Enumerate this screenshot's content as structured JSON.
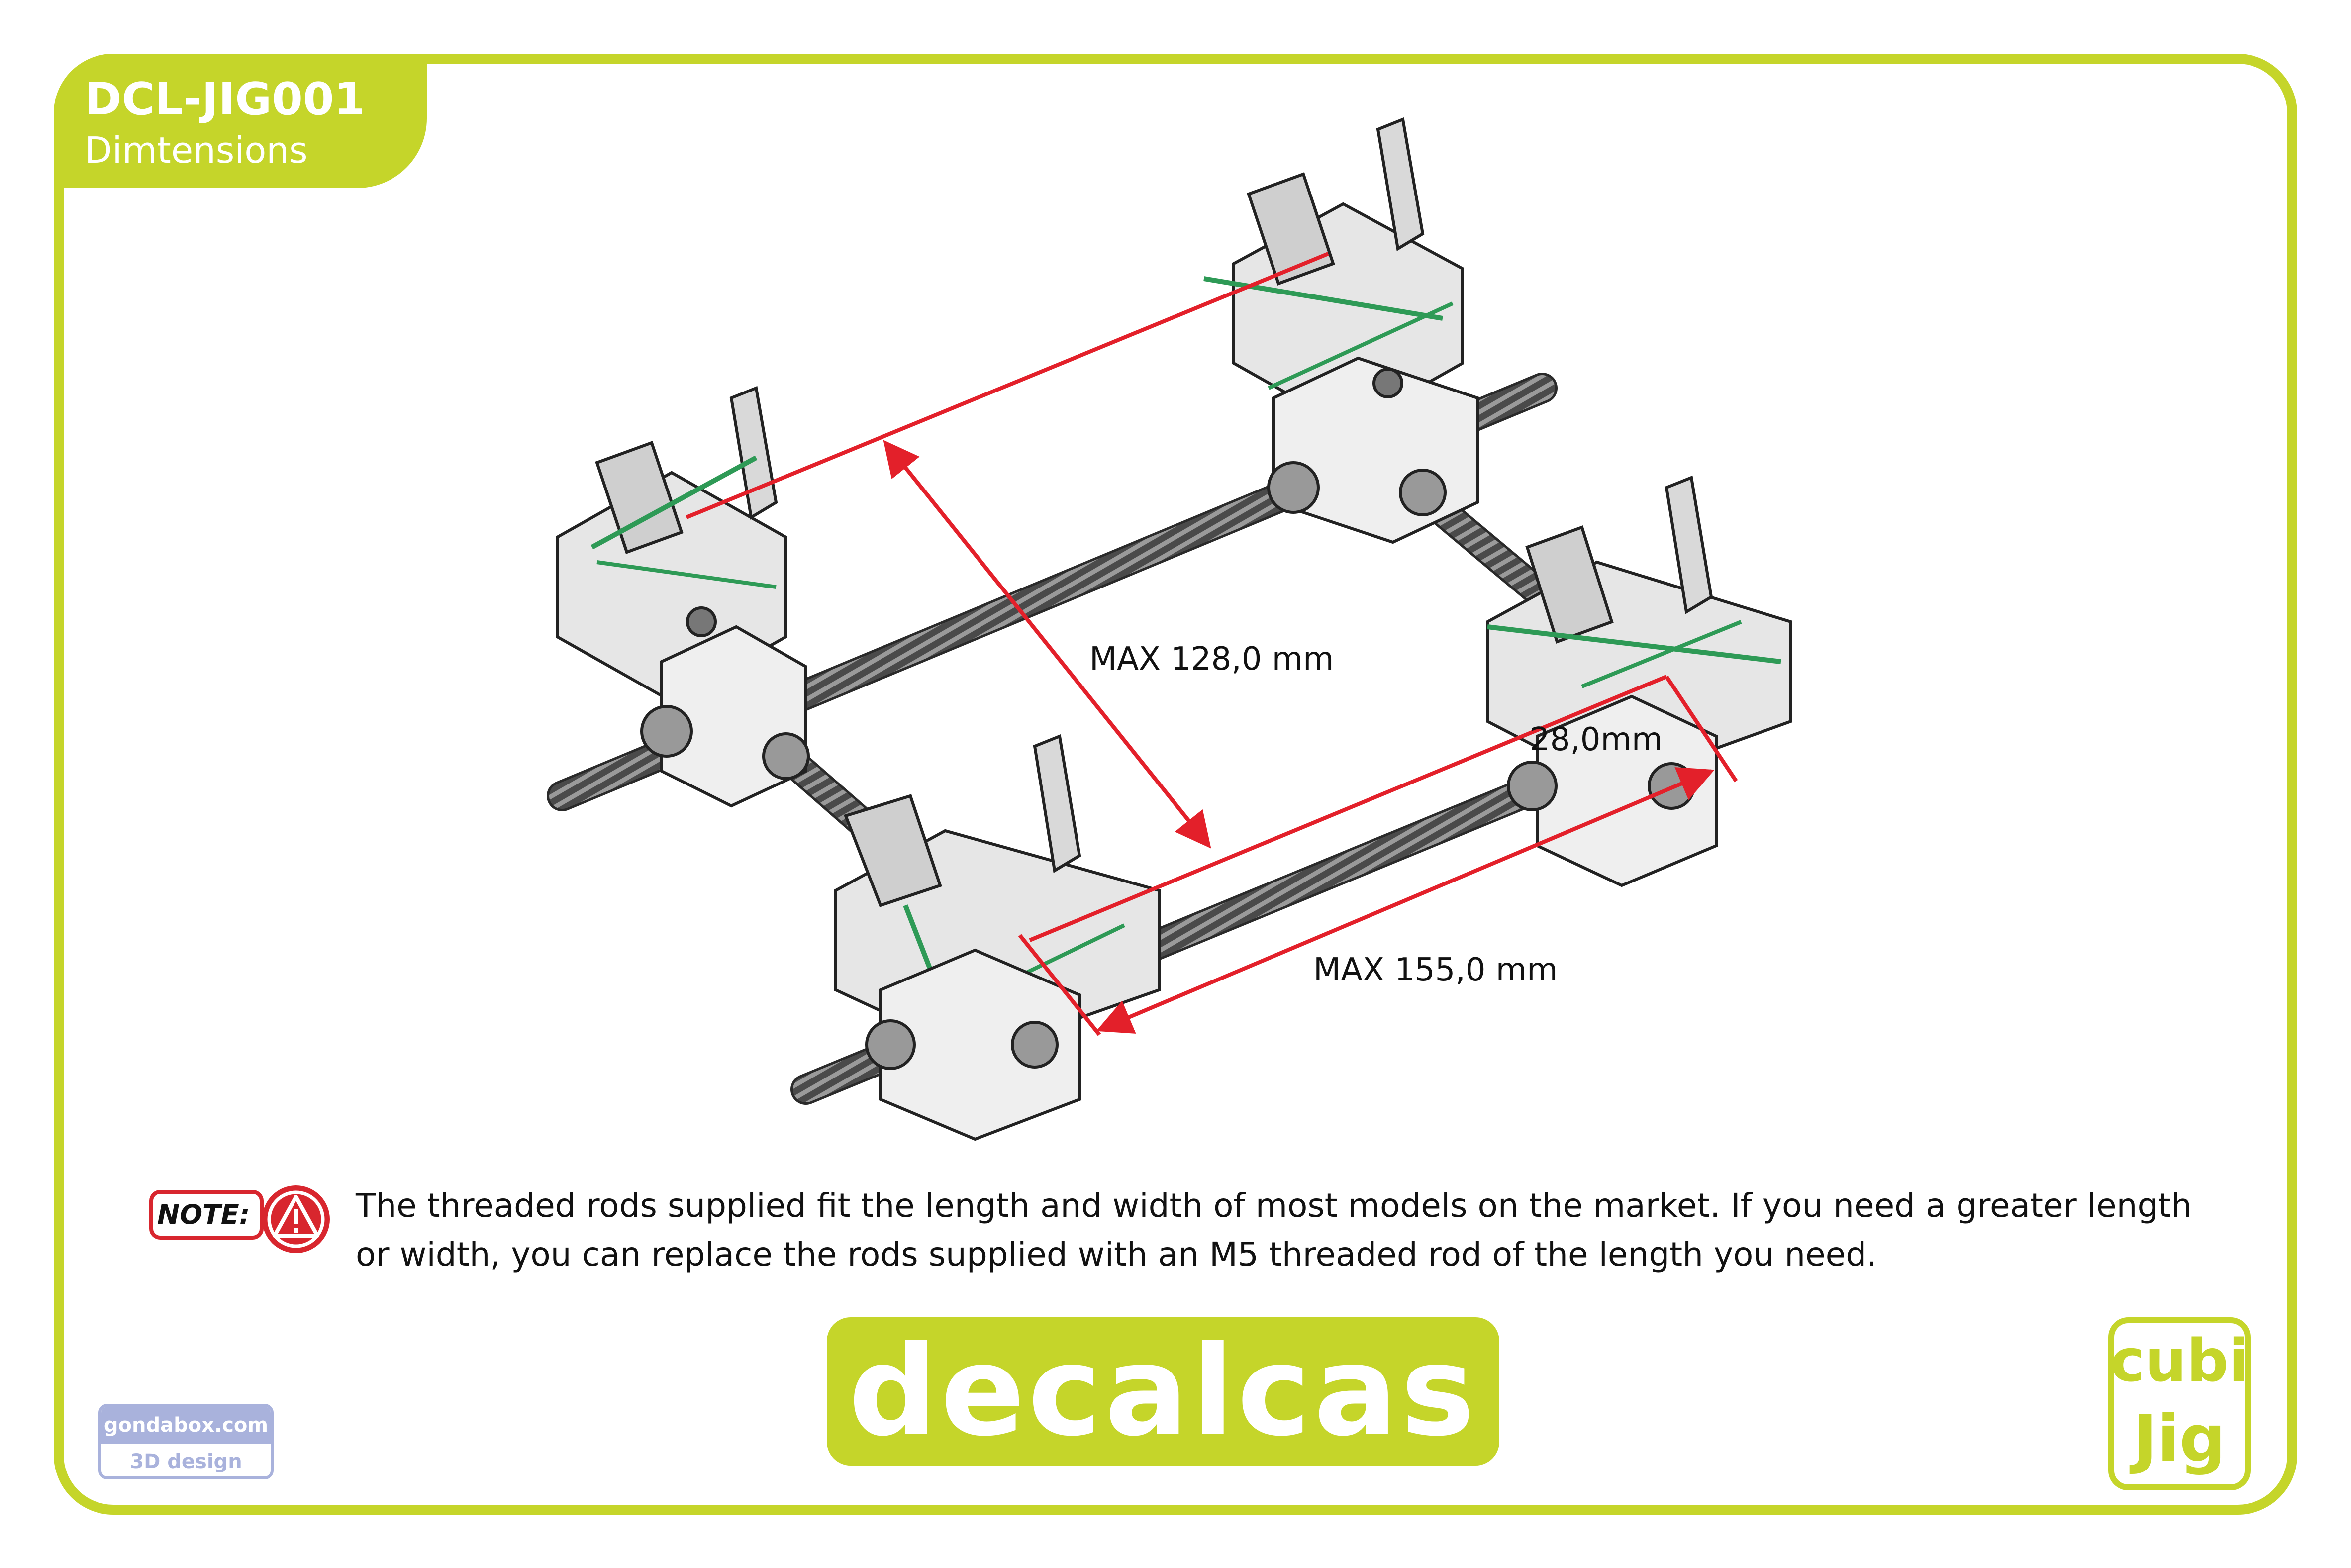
{
  "header": {
    "code": "DCL-JIG001",
    "subtitle": "Dimtensions"
  },
  "dimensions": {
    "width_label": "MAX 128,0 mm",
    "depth_label": "28,0mm",
    "length_label": "MAX 155,0 mm"
  },
  "note": {
    "label": "NOTE:",
    "icon": "warning-icon",
    "text": "The threaded rods supplied fit the length and width of most models on the market. If you need a greater length or width, you can replace the rods supplied with an M5 threaded rod of the length you need."
  },
  "branding": {
    "main_logo": "decalcas",
    "credit_top": "gondabox.com",
    "credit_bottom": "3D design",
    "product_logo_top": "cubi",
    "product_logo_bottom": "Jig"
  },
  "colors": {
    "accent": "#c5d52a",
    "dimension_line": "#e3202a",
    "warning": "#d8262e",
    "credit": "#a9b2dc"
  }
}
